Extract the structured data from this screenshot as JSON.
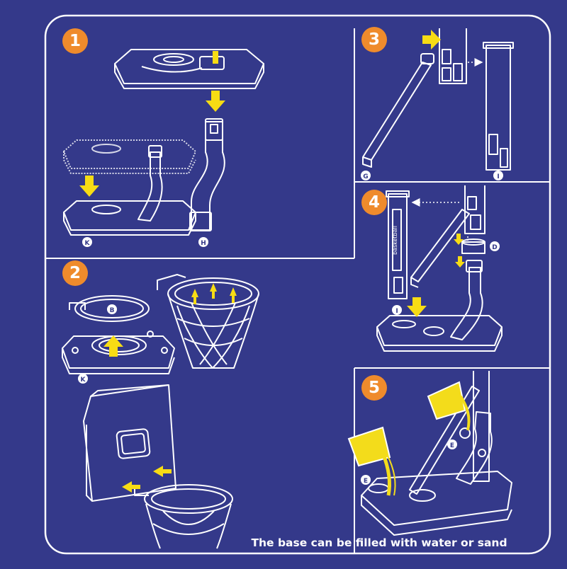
{
  "steps": [
    {
      "number": "1",
      "part_labels": [
        "K",
        "H"
      ]
    },
    {
      "number": "2",
      "part_labels": [
        "B",
        "K"
      ]
    },
    {
      "number": "3",
      "part_labels": [
        "G",
        "I"
      ]
    },
    {
      "number": "4",
      "part_labels": [
        "D",
        "I"
      ]
    },
    {
      "number": "5",
      "part_labels": [
        "E",
        "E"
      ]
    }
  ],
  "backboard_text": "basketball",
  "caption": "The base can be filled with water or sand",
  "colors": {
    "background": "#34398a",
    "line": "#ffffff",
    "badge": "#ef8b2c",
    "arrow": "#f7dc14",
    "water": "#f3dc1b"
  }
}
